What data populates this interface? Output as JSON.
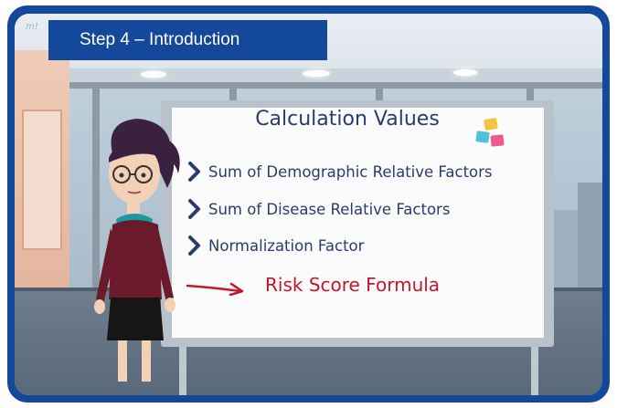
{
  "header": {
    "step_title": "Step 4 – Introduction"
  },
  "whiteboard": {
    "title": "Calculation Values",
    "items": [
      "Sum of Demographic Relative Factors",
      "Sum of Disease Relative Factors",
      "Normalization Factor"
    ],
    "formula_label": "Risk Score Formula"
  },
  "icons": {
    "bullet": "chevron-right-icon",
    "arrow": "arrow-right-icon",
    "sticky_notes": "sticky-notes-icon"
  },
  "colors": {
    "frame": "#14489a",
    "text_navy": "#2c3b6d",
    "accent_red": "#c0172b"
  }
}
